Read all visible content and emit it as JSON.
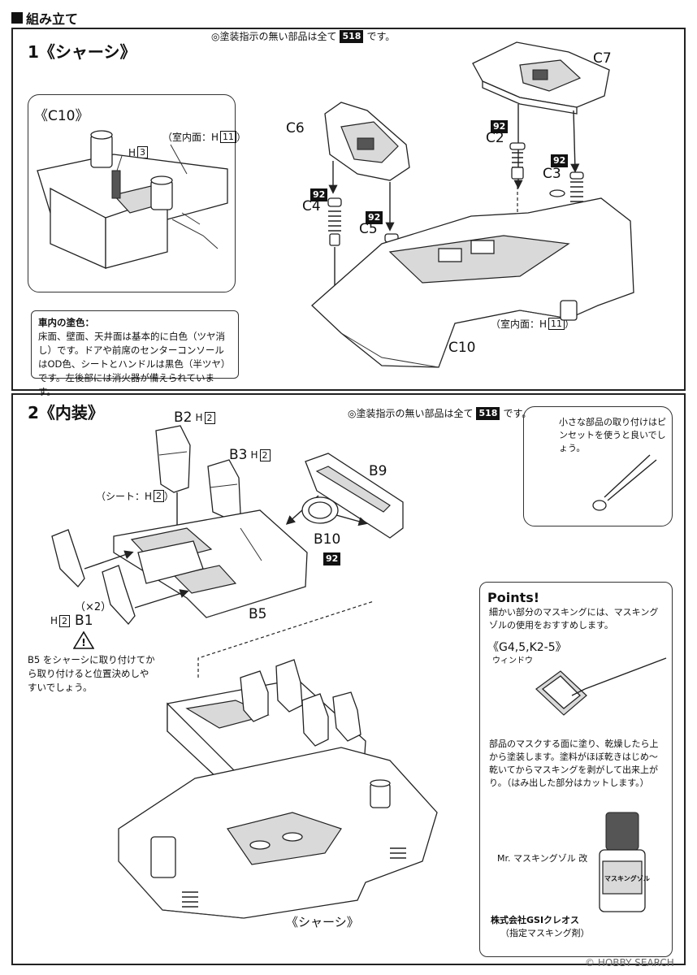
{
  "header": {
    "title": "組み立て"
  },
  "step1": {
    "title": "1《シャーシ》",
    "paint_note_prefix": "◎塗装指示の無い部品は全て",
    "paint_code": "518",
    "paint_note_suffix": "です。",
    "inset_title": "《C10》",
    "inset_h_code": "H",
    "inset_h_num": "3",
    "inset_interior_label": "（室内面：",
    "inset_interior_h": "H",
    "inset_interior_num": "11",
    "inset_interior_close": "）",
    "interior_box_title": "車内の塗色：",
    "interior_box_body": "床面、壁面、天井面は基本的に白色（ツヤ消し）です。ドアや前席のセンターコンソールはOD色、シートとハンドルは黒色（半ツヤ）です。左後部には消火器が備えられています。",
    "parts": {
      "c7": "C7",
      "c6": "C6",
      "c2": "C2",
      "c3": "C3",
      "c4": "C4",
      "c5": "C5",
      "c10": "C10",
      "c2_color": "92",
      "c3_color": "92",
      "c4_color": "92",
      "c5_color": "92"
    },
    "interior_label": "（室内面：",
    "interior_h": "H",
    "interior_num": "11",
    "interior_close": "）"
  },
  "step2": {
    "title": "2《内装》",
    "paint_note_prefix": "◎塗装指示の無い部品は全て",
    "paint_code": "518",
    "paint_note_suffix": "です。",
    "parts": {
      "b2": "B2",
      "b2_h": "H",
      "b2_num": "2",
      "b3": "B3",
      "b3_h": "H",
      "b3_num": "2",
      "b9": "B9",
      "b10": "B10",
      "b10_color": "92",
      "b5": "B5",
      "b1": "B1",
      "b1_h": "H",
      "b1_num": "2",
      "b1_count": "（×2）",
      "seat_label": "（シート：",
      "seat_h": "H",
      "seat_num": "2",
      "seat_close": "）"
    },
    "tweezer_note": "小さな部品の取り付けはピンセットを使うと良いでしょう。",
    "caution_note": "B5 をシャーシに取り付けてから取り付けると位置決めしやすいでしょう。",
    "chassis_label": "《シャーシ》",
    "points": {
      "title": "Points!",
      "intro": "細かい部分のマスキングには、マスキングゾルの使用をおすすめします。",
      "sub_title": "《G4,5,K2-5》",
      "sub_caption": "ウィンドウ",
      "body": "部品のマスクする面に塗り、乾燥したら上から塗装します。塗料がほぼ乾きはじめ～乾いてからマスキングを剥がして出来上がり。（はみ出した部分はカットします。）",
      "product_name": "Mr. マスキングゾル 改",
      "bottle_label": "マスキングゾル",
      "maker": "株式会社GSIクレオス",
      "maker_note": "（指定マスキング剤）"
    }
  },
  "watermark": "© HOBBY SEARCH"
}
